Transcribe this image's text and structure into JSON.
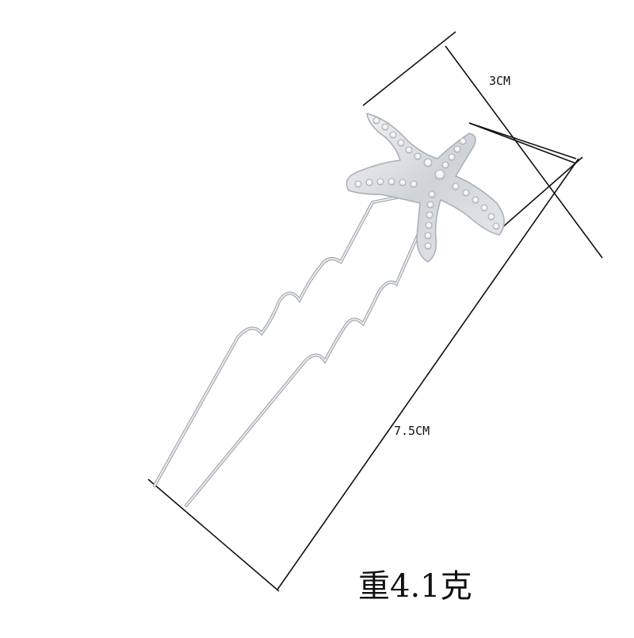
{
  "product": {
    "name": "",
    "image_description": ""
  },
  "dimensions": {
    "width_label": "3CM",
    "length_label": "7.5CM"
  },
  "weight": {
    "label": "重4.1克"
  },
  "colors": {
    "background": "#ffffff",
    "line": "#111111",
    "metal": "#c9ccd1",
    "rhinestone": "#f4f6f8"
  },
  "icons": {
    "product": "starfish-hairpin-icon"
  }
}
